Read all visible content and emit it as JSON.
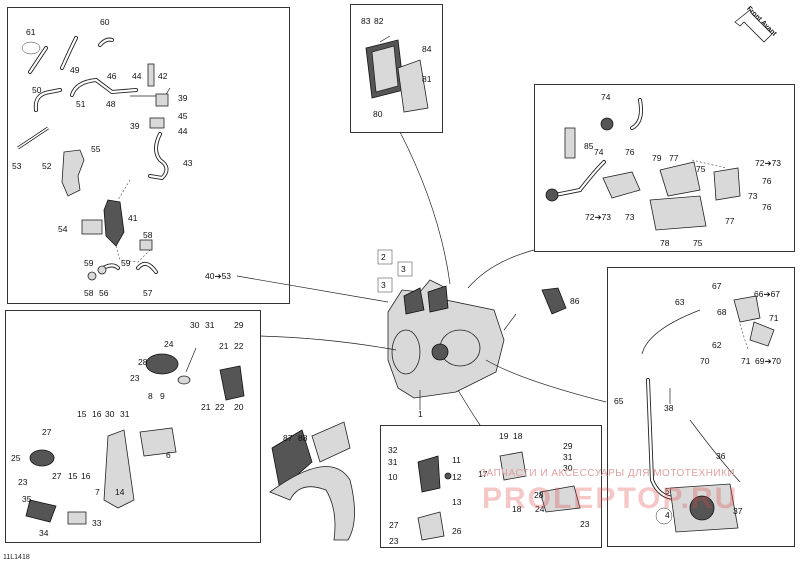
{
  "figure_code": "11L1418",
  "front_arrow": "Front Avant",
  "watermark": {
    "line1": "ЗАПЧАСТИ И АКСЕССУАРЫ ДЛЯ МОТОТЕХНИКИ",
    "line2": "PROLEPTOP.RU"
  },
  "links": {
    "left_top": "40➔53",
    "right_top": "72➔73",
    "right_mid": "72➔73",
    "r66": "66➔67",
    "r69": "69➔70"
  },
  "labels": {
    "l61": "61",
    "l60": "60",
    "l50": "50",
    "l49": "49",
    "l51": "51",
    "l46": "46",
    "l44a": "44",
    "l42": "42",
    "l48": "48",
    "l39a": "39",
    "l45": "45",
    "l39b": "39",
    "l44b": "44",
    "l53": "53",
    "l55": "55",
    "l52": "52",
    "l43": "43",
    "l41": "41",
    "l54": "54",
    "l58a": "58",
    "l59a": "59",
    "l59b": "59",
    "l58b": "58",
    "l56": "56",
    "l57": "57",
    "l83": "83",
    "l82": "82",
    "l84": "84",
    "l81": "81",
    "l80": "80",
    "l74a": "74",
    "l85": "85",
    "l74b": "74",
    "l76a": "76",
    "l79": "79",
    "l77a": "77",
    "l75a": "75",
    "l76b": "76",
    "l73a": "73",
    "l73b": "73",
    "l76c": "76",
    "l77b": "77",
    "l78": "78",
    "l75b": "75",
    "l72b": "72➔73",
    "l2": "2",
    "l3a": "3",
    "l3b": "3",
    "l86": "86",
    "l1": "1",
    "l30a": "30",
    "l31a": "31",
    "l29a": "29",
    "l24": "24",
    "l21a": "21",
    "l22a": "22",
    "l28a": "28",
    "l23a": "23",
    "l8": "8",
    "l9": "9",
    "l21b": "21",
    "l22b": "22",
    "l20": "20",
    "l15a": "15",
    "l16a": "16",
    "l30b": "30",
    "l31b": "31",
    "l27a": "27",
    "l25": "25",
    "l27b": "27",
    "l15b": "15",
    "l16b": "16",
    "l7": "7",
    "l14": "14",
    "l6": "6",
    "l23b": "23",
    "l35": "35",
    "l33": "33",
    "l34": "34",
    "l87": "87",
    "l88": "88",
    "l32": "32",
    "l31c": "31",
    "l10": "10",
    "l11": "11",
    "l12": "12",
    "l13": "13",
    "l27c": "27",
    "l23c": "23",
    "l26": "26",
    "l19": "19",
    "l18a": "18",
    "l17": "17",
    "l18b": "18",
    "l24b": "24",
    "l29b": "29",
    "l31d": "31",
    "l30c": "30",
    "l28b": "28",
    "l23d": "23",
    "l67": "67",
    "l63": "63",
    "l68": "68",
    "l71": "71",
    "l62": "62",
    "l70": "70",
    "l71b": "71",
    "l65": "65",
    "l38": "38",
    "l36": "36",
    "l5": "5",
    "l4": "4",
    "l37": "37"
  }
}
